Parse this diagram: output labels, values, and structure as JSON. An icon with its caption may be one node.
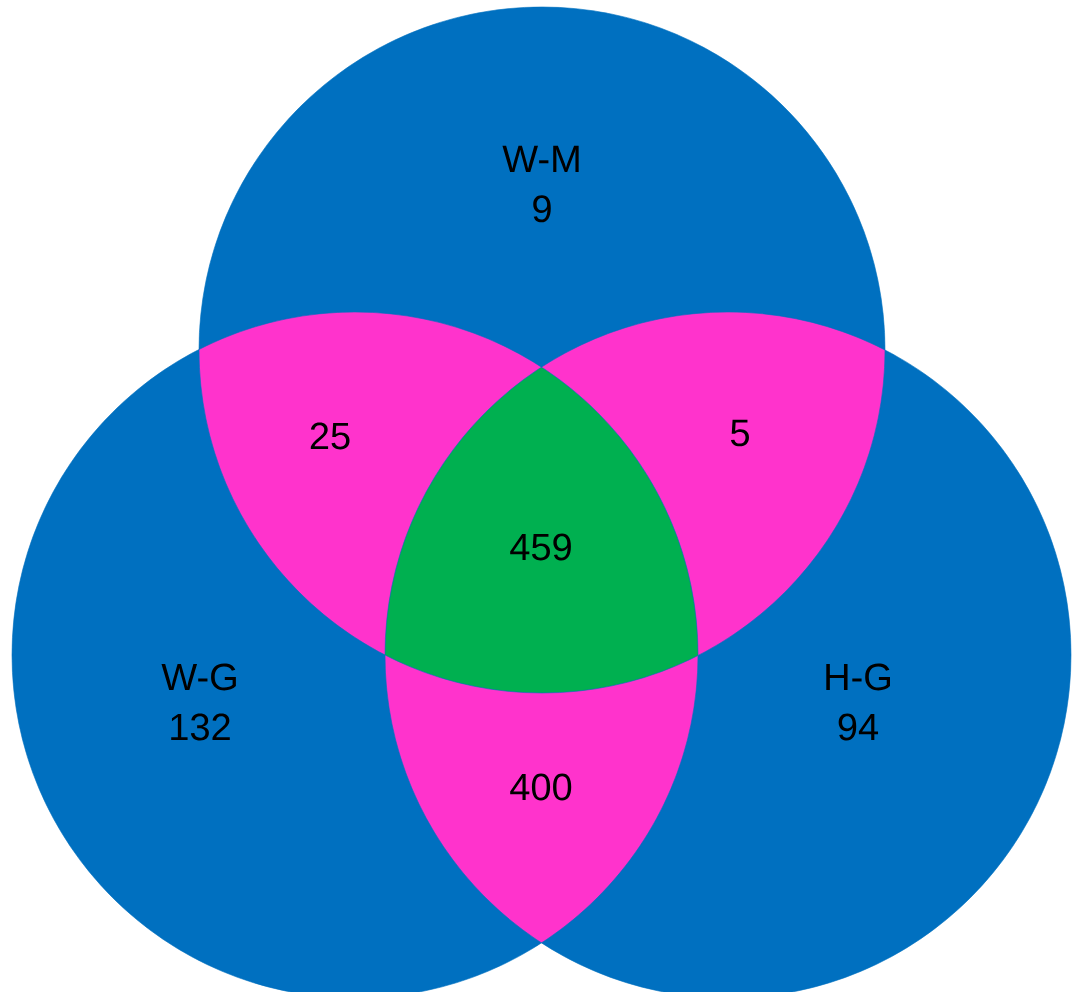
{
  "diagram": {
    "nodes": [
      {
        "text": [
          "W-M",
          "9"
        ]
      },
      {
        "text": [
          "W-G",
          "132"
        ]
      },
      {
        "text": [
          "H-G",
          "94"
        ]
      }
    ],
    "labels": [
      "25",
      "5",
      "459",
      "400"
    ]
  }
}
